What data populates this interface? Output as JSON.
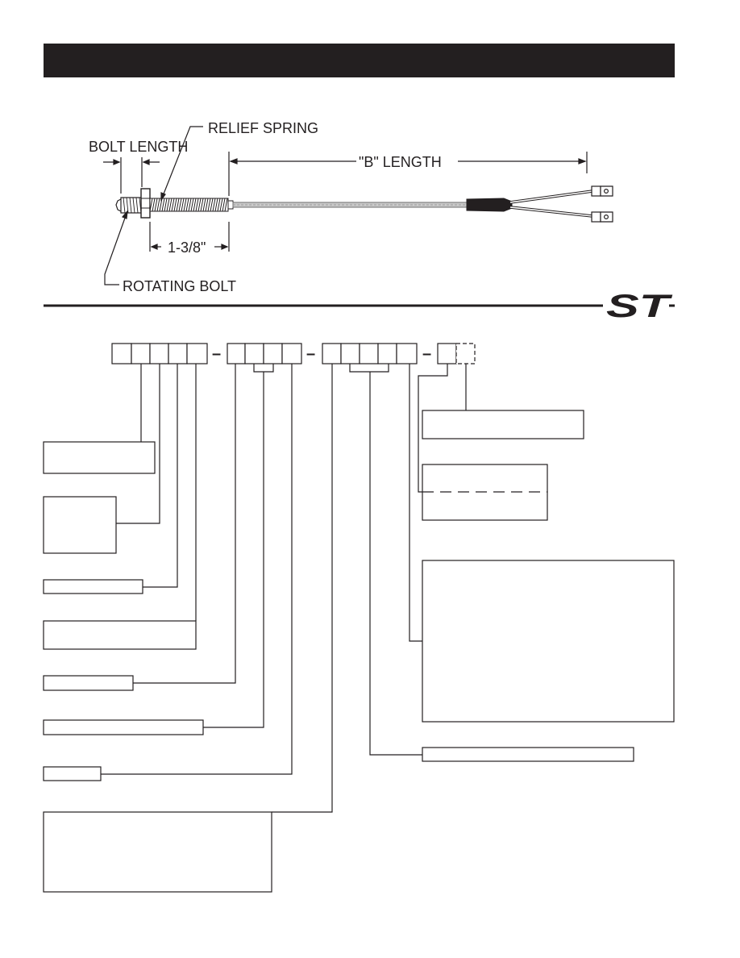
{
  "labels": {
    "bolt_length": "BOLT LENGTH",
    "relief_spring": "RELIEF SPRING",
    "b_length": "\"B\" LENGTH",
    "dim_1_3_8": "1-3/8\"",
    "rotating_bolt": "ROTATING BOLT"
  },
  "logo": {
    "text": "ST"
  },
  "part_number": {
    "separator": "–"
  },
  "colors": {
    "ink": "#231f20",
    "wire": "#9a9a9a",
    "background": "#ffffff"
  }
}
